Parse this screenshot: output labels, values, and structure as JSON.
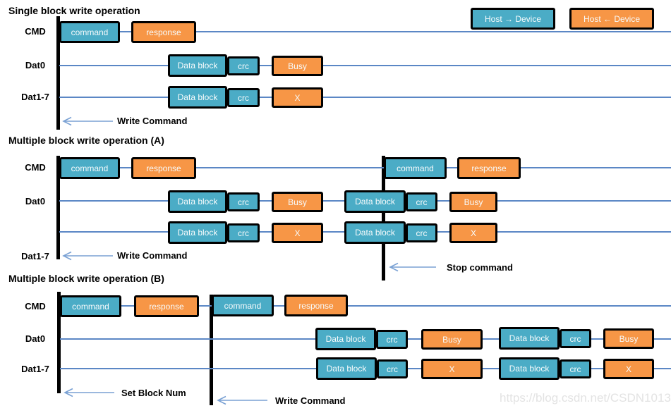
{
  "colors": {
    "host_to_device_fill": "#4bacc6",
    "host_from_device_fill": "#f79646",
    "block_border": "#000000",
    "timeline_line": "#5b87c5",
    "arrow_stroke": "#7aa1d4",
    "watermark_text": "#e3e3e3"
  },
  "legend": {
    "host_to_device": "Host → Device",
    "host_from_device": "Host ← Device"
  },
  "row_labels": {
    "cmd": "CMD",
    "dat0": "Dat0",
    "dat1_7": "Dat1-7"
  },
  "block_labels": {
    "command": "command",
    "response": "response",
    "data_block": "Data block",
    "crc": "crc",
    "busy": "Busy",
    "x": "X"
  },
  "sections": {
    "single": {
      "title": "Single block write operation",
      "write_command": "Write Command"
    },
    "multiple_a": {
      "title": "Multiple block write operation (A)",
      "write_command": "Write Command",
      "stop_command": "Stop command"
    },
    "multiple_b": {
      "title": "Multiple block write operation (B)",
      "set_block_num": "Set Block Num",
      "write_command": "Write Command"
    }
  },
  "watermark": "https://blog.csdn.net/CSDN1013"
}
